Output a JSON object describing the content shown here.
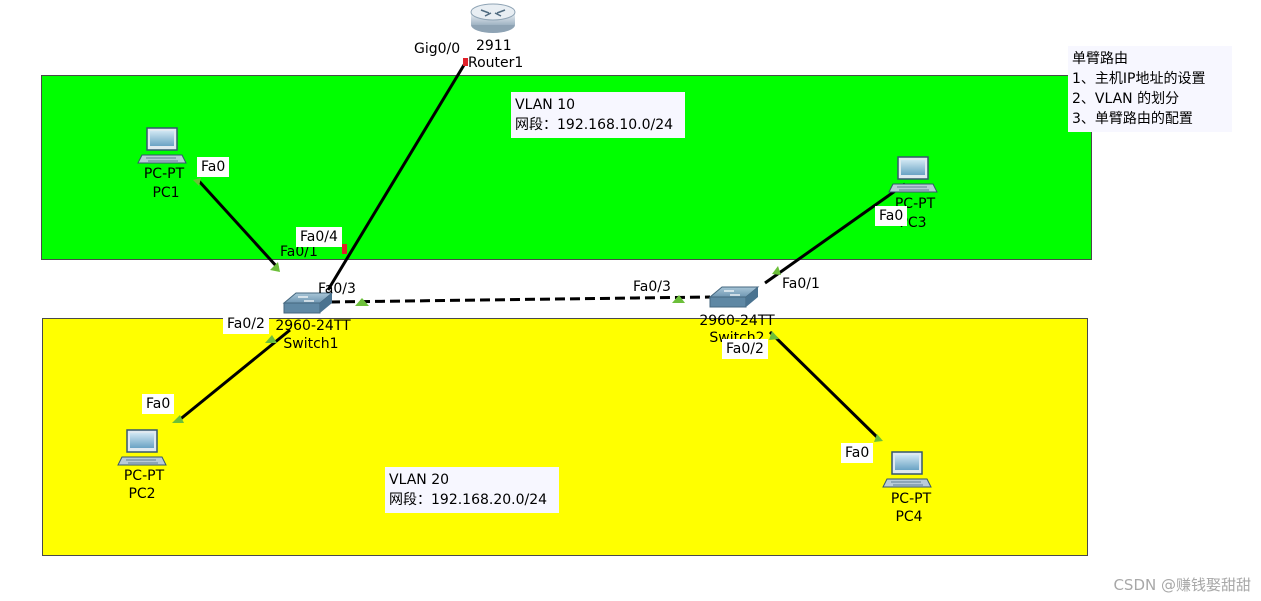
{
  "zones": {
    "vlan10": {
      "title": "VLAN 10",
      "subnet": "网段：192.168.10.0/24",
      "color": "#00ff00"
    },
    "vlan20": {
      "title": "VLAN 20",
      "subnet": "网段：192.168.20.0/24",
      "color": "#ffff00"
    }
  },
  "topic_note": {
    "title": "单臂路由",
    "items": [
      "1、主机IP地址的设置",
      "2、VLAN 的划分",
      "3、单臂路由的配置"
    ]
  },
  "devices": {
    "router1": {
      "model": "2911",
      "name": "Router1",
      "icon": "router-icon"
    },
    "switch1": {
      "model": "2960-24TT",
      "name": "Switch1",
      "icon": "switch-icon"
    },
    "switch2": {
      "model": "2960-24TT",
      "name": "Switch2",
      "icon": "switch-icon"
    },
    "pc1": {
      "model": "PC-PT",
      "name": "PC1",
      "icon": "pc-icon"
    },
    "pc2": {
      "model": "PC-PT",
      "name": "PC2",
      "icon": "pc-icon"
    },
    "pc3": {
      "model": "PC-PT",
      "name": "PC3",
      "icon": "pc-icon"
    },
    "pc4": {
      "model": "PC-PT",
      "name": "PC4",
      "icon": "pc-icon"
    }
  },
  "ports": {
    "router_gig": "Gig0/0",
    "pc1_fa0": "Fa0",
    "sw1_fa01": "Fa0/1",
    "sw1_fa04": "Fa0/4",
    "sw1_fa03": "Fa0/3",
    "sw1_fa02": "Fa0/2",
    "pc2_fa0": "Fa0",
    "sw2_fa03": "Fa0/3",
    "sw2_fa01": "Fa0/1",
    "sw2_fa02": "Fa0/2",
    "pc3_fa0": "Fa0",
    "pc4_fa0": "Fa0"
  },
  "link_colors": {
    "up": "#6cbf3a",
    "down": "#e0202a"
  },
  "watermark": "CSDN @赚钱娶甜甜"
}
